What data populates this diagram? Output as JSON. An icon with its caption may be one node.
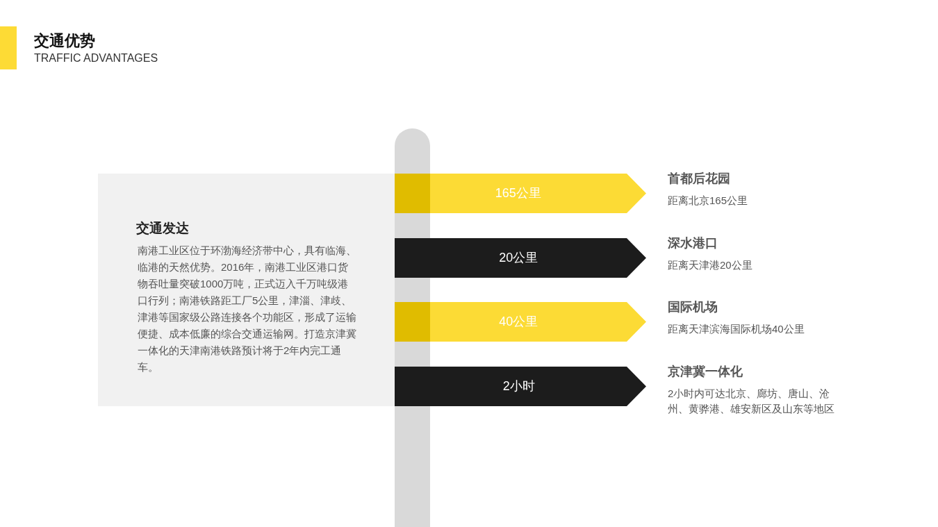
{
  "diagram": {
    "title": "交通优势",
    "nodes": [
      {
        "text": [
          "交通发达",
          "南港工业区位于环渤海经济带中心，具有临海、临港的天然优势。2016年，南港工业区港口货物吞吐量突破1000万吨，正式迈入千万吨级港口行列；南港铁路距工厂5公里，津淄、津歧、津港等国家级公路连接各个功能区，形成了运输便捷、成本低廉的综合交通运输网。打造京津冀一体化的天津南港铁路预计将于2年内完工通车。"
        ]
      },
      {
        "text": [
          "165公里"
        ],
        "beside": [
          "首都后花园",
          "距离北京165公里"
        ]
      },
      {
        "text": [
          "20公里"
        ],
        "beside": [
          "深水港口",
          "距离天津港20公里"
        ]
      },
      {
        "text": [
          "40公里"
        ],
        "beside": [
          "国际机场",
          "距离天津滨海国际机场40公里"
        ]
      },
      {
        "text": [
          "2小时"
        ],
        "beside": [
          "京津冀一体化",
          "2小时内可达北京、廊坊、唐山、沧州、黄骅港、雄安新区及山东等地区"
        ]
      },
      {
        "text": [],
        "shape": "bar"
      }
    ],
    "labels": [
      "TRAFFIC ADVANTAGES"
    ]
  }
}
